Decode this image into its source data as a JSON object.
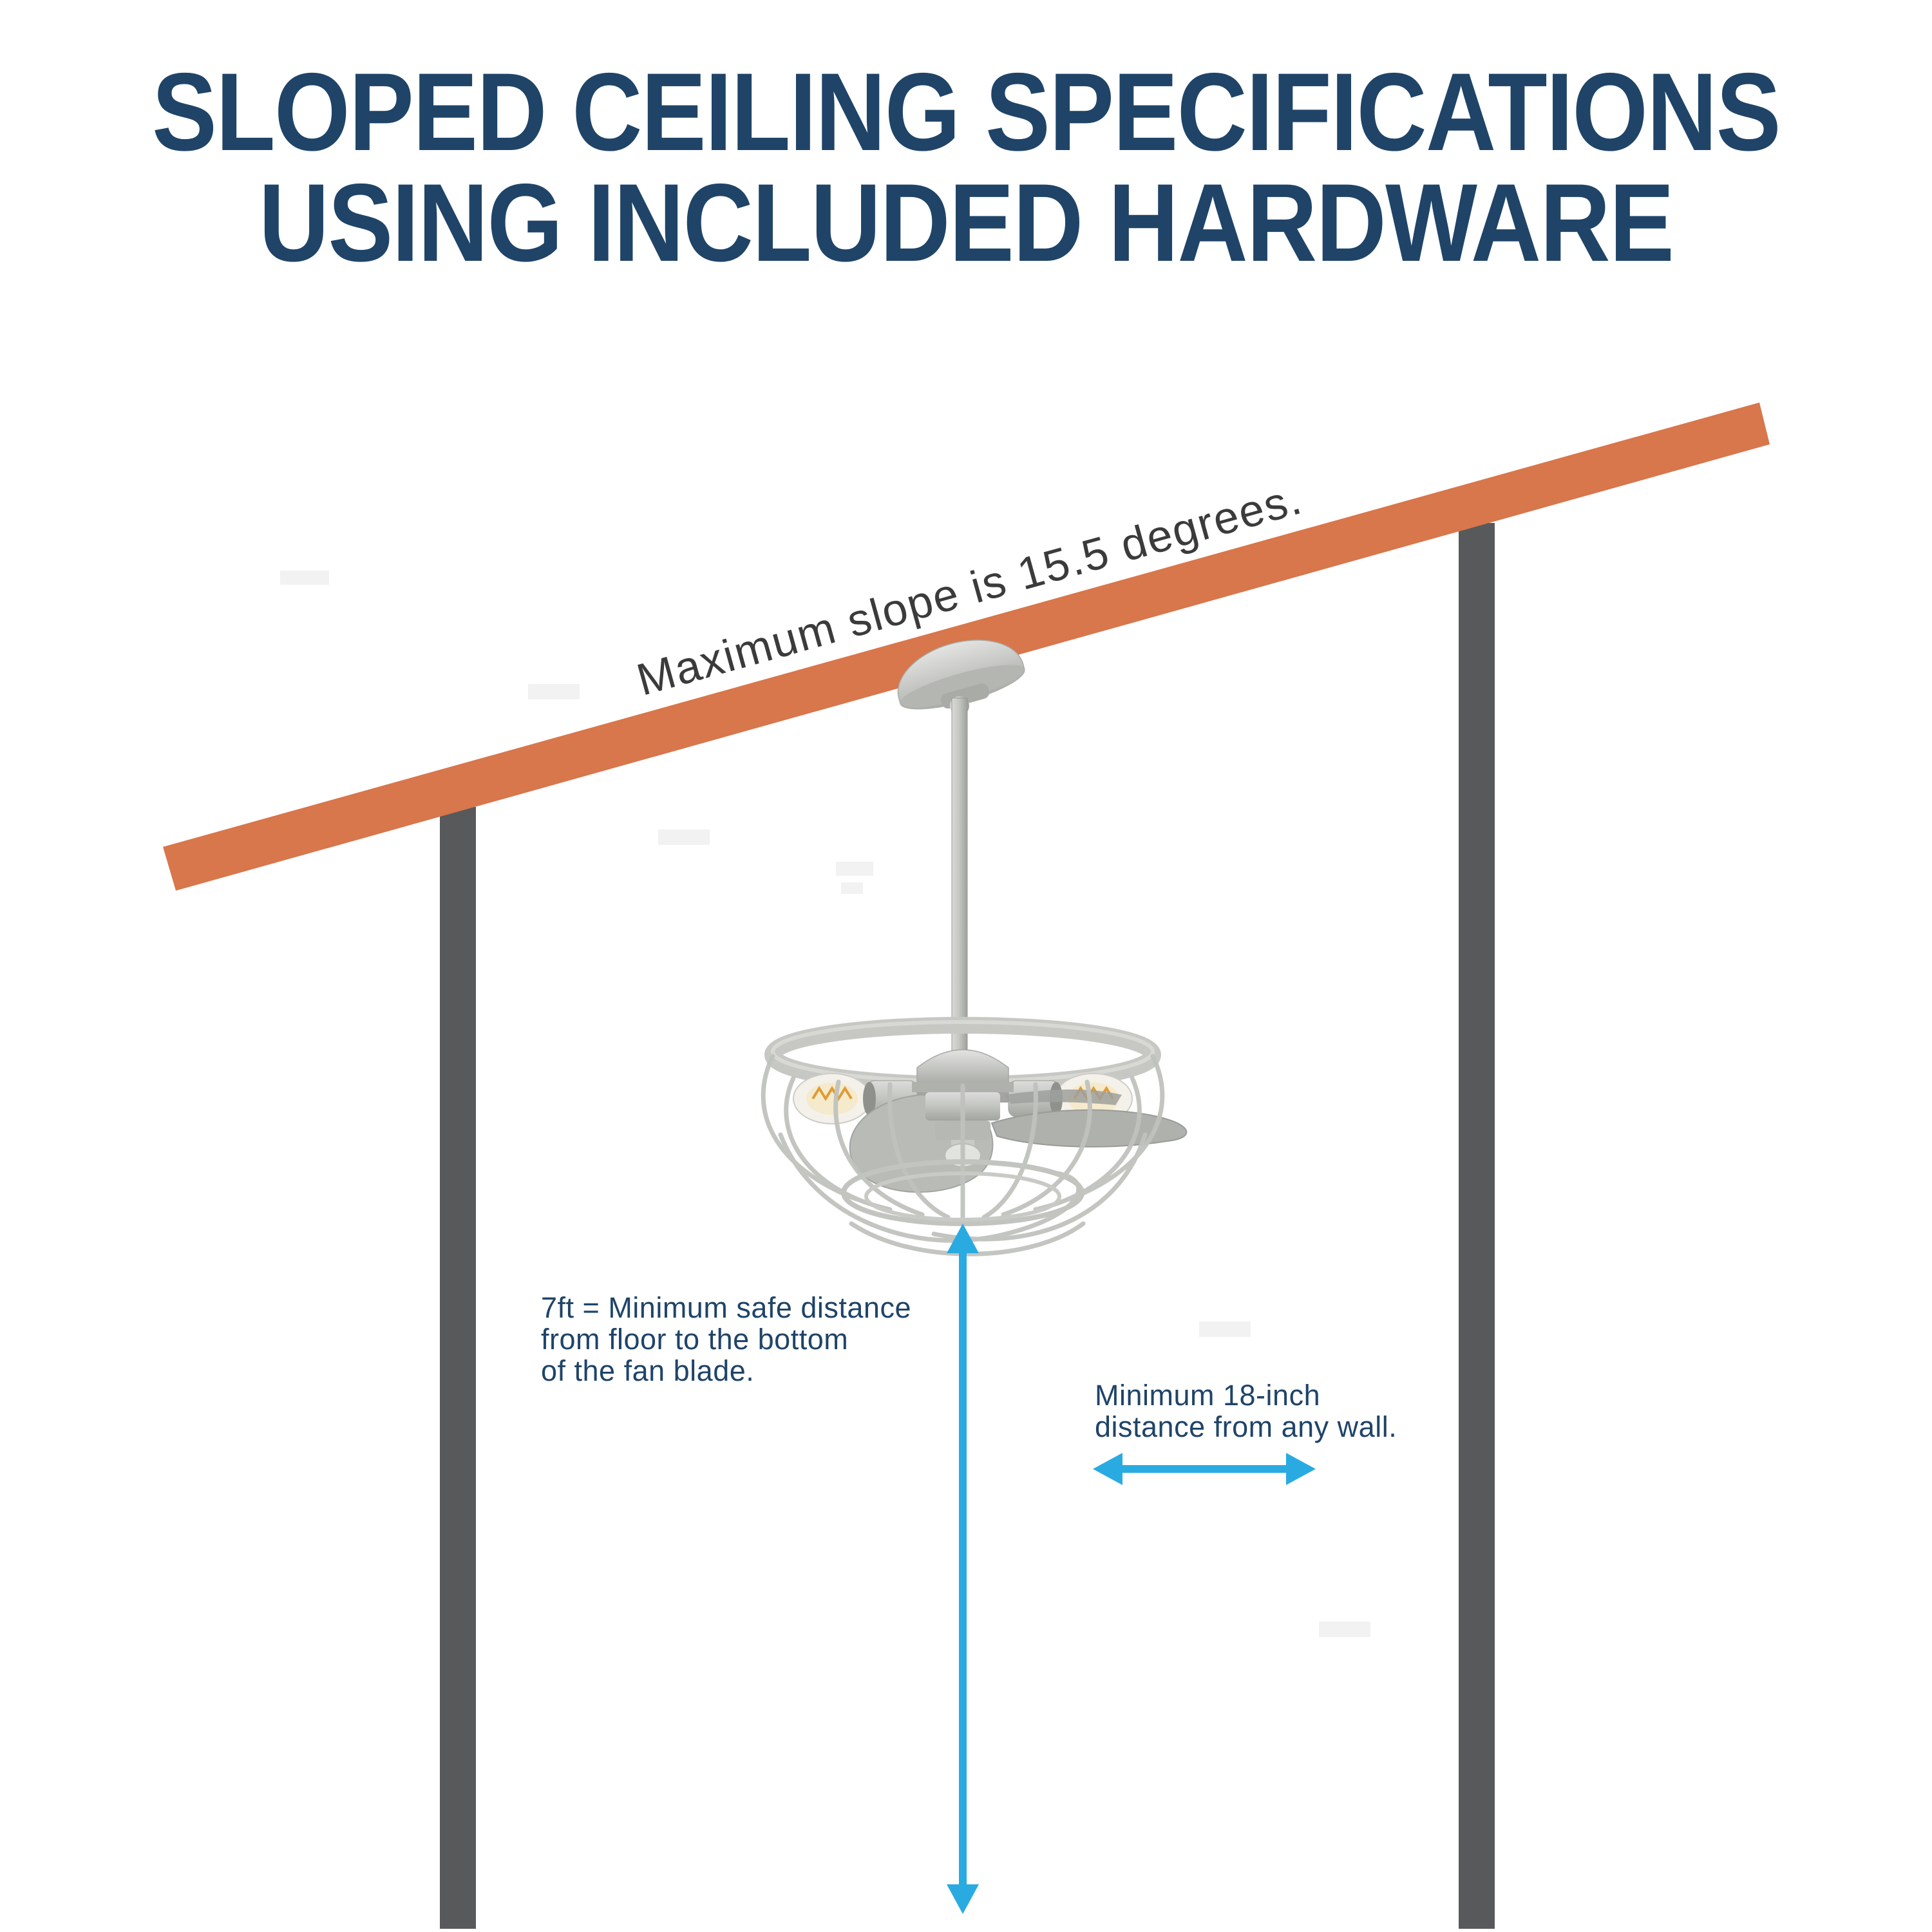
{
  "title": {
    "line1": "SLOPED CEILING SPECIFICATIONS",
    "line2": "USING INCLUDED HARDWARE"
  },
  "annotations": {
    "slope": "Maximum slope is 15.5 degrees.",
    "floor_clearance": {
      "line1": "7ft = Minimum safe distance",
      "line2": "from floor to the bottom",
      "line3": "of the fan blade."
    },
    "wall_clearance": {
      "line1": "Minimum 18-inch",
      "line2": "distance from any wall."
    }
  },
  "measurements": {
    "max_slope_degrees": 15.5,
    "min_floor_distance_ft": 7,
    "min_wall_distance_in": 18
  },
  "colors": {
    "title_navy": "#1F4468",
    "beam_orange": "#D8764C",
    "wall_gray": "#58595B",
    "arrow_cyan": "#29ABE2",
    "slope_text_gray": "#3B3B3B",
    "fan_silver": "#C2C4C0"
  }
}
